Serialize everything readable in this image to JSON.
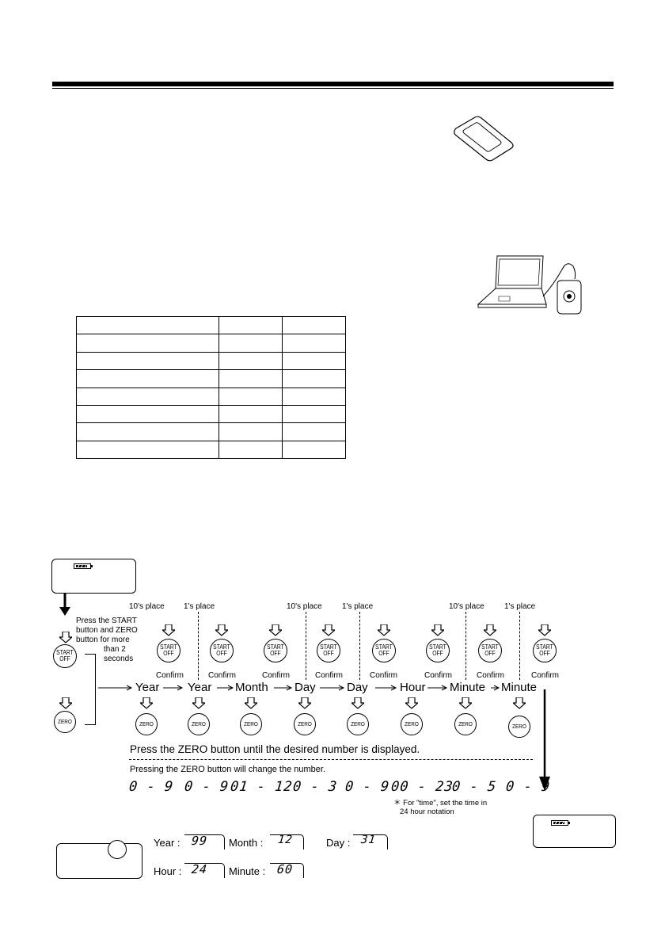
{
  "table": {
    "rows": 8,
    "cols": 3
  },
  "flow": {
    "place_labels": [
      "10's place",
      "1's place",
      "10's place",
      "1's place",
      "10's place",
      "1's place"
    ],
    "instruction": [
      "Press the START",
      "button and ZERO",
      "button for more",
      "than 2",
      "seconds"
    ],
    "start_button": {
      "line1": "START",
      "line2": "OFF"
    },
    "zero_button": {
      "label": "ZERO"
    },
    "confirm": "Confirm",
    "steps": [
      "Year",
      "Year",
      "Month",
      "Day",
      "Day",
      "Hour",
      "Minute",
      "Minute"
    ],
    "press_zero": "Press the ZERO button until the desired number is displayed.",
    "pressing_zero": "Pressing the ZERO button will change the number.",
    "ranges": [
      "0 - 9",
      "0 - 9",
      "01 - 12",
      "0 - 3",
      "0 - 9",
      "00 - 23",
      "0 - 5",
      "0 - 9"
    ],
    "note_line1": "＊ For \"time\", set the time in",
    "note_line2": "24 hour notation"
  },
  "limits": {
    "year_label": "Year :",
    "year_value": "99",
    "month_label": "Month :",
    "month_value": "12",
    "day_label": "Day :",
    "day_value": "31",
    "hour_label": "Hour :",
    "hour_value": "24",
    "minute_label": "Minute :",
    "minute_value": "60"
  }
}
